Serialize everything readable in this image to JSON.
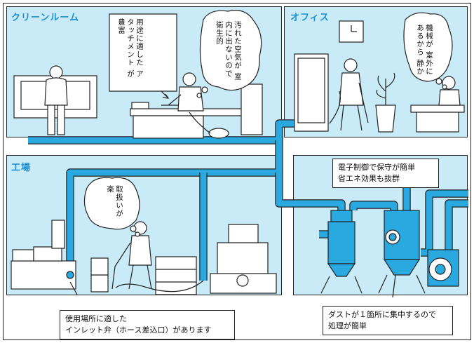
{
  "rooms": {
    "cleanroom": {
      "title": "クリーンルーム"
    },
    "office": {
      "title": "オフィス"
    },
    "factory": {
      "title": "工場"
    }
  },
  "bubbles": {
    "cleanroom_attachment": [
      "用途に適した",
      "アタッチメント",
      "が豊富"
    ],
    "cleanroom_air": [
      "汚れた空気が",
      "室内に出ないので",
      "衛生的"
    ],
    "office_quiet": [
      "機械が",
      "室外にあるから",
      "静か"
    ],
    "factory_easy": [
      "取扱いが",
      "楽"
    ]
  },
  "callouts": {
    "electronic": [
      "電子制御で保守が簡単",
      "省エネ効果も抜群"
    ],
    "inlet": [
      "使用場所に適した",
      "インレット弁（ホース差込口）があります"
    ],
    "dust": [
      "ダストが１箇所に集中するので",
      "処理が簡単"
    ]
  },
  "colors": {
    "room_bg": "#c9ebf7",
    "pipe": "#29a9df",
    "title": "#1a8fd1",
    "outline": "#222222"
  }
}
